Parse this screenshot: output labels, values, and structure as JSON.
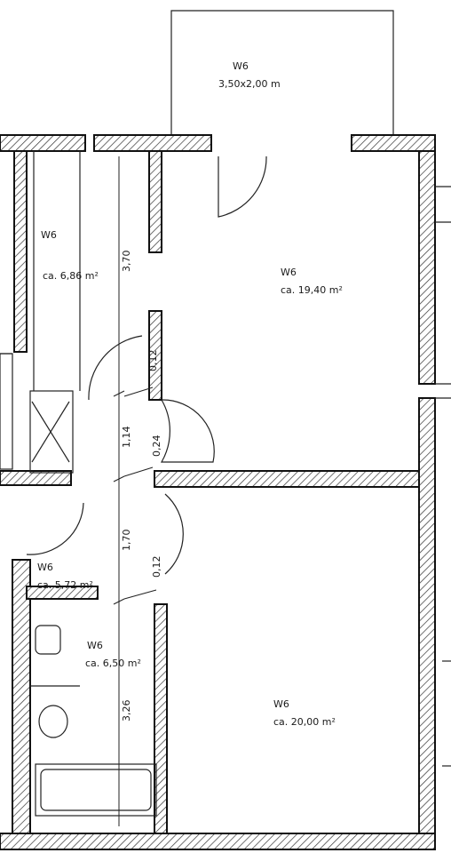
{
  "rooms": {
    "balcony": {
      "name": "W6",
      "size": "3,50x2,00 m"
    },
    "room_top_left": {
      "name": "W6",
      "area": "ca. 6,86 m²"
    },
    "room_top_right": {
      "name": "W6",
      "area": "ca. 19,40 m²"
    },
    "hall": {
      "name": "W6",
      "area": "ca. 5,72 m²"
    },
    "bath": {
      "name": "W6",
      "area": "ca. 6,50 m²"
    },
    "room_bottom_right": {
      "name": "W6",
      "area": "ca. 20,00 m²"
    }
  },
  "dimensions": {
    "d1": "3,70",
    "d2": "0,12",
    "d3": "1,14",
    "d4": "0,24",
    "d5": "1,70",
    "d6": "0,12",
    "d7": "3,26"
  }
}
